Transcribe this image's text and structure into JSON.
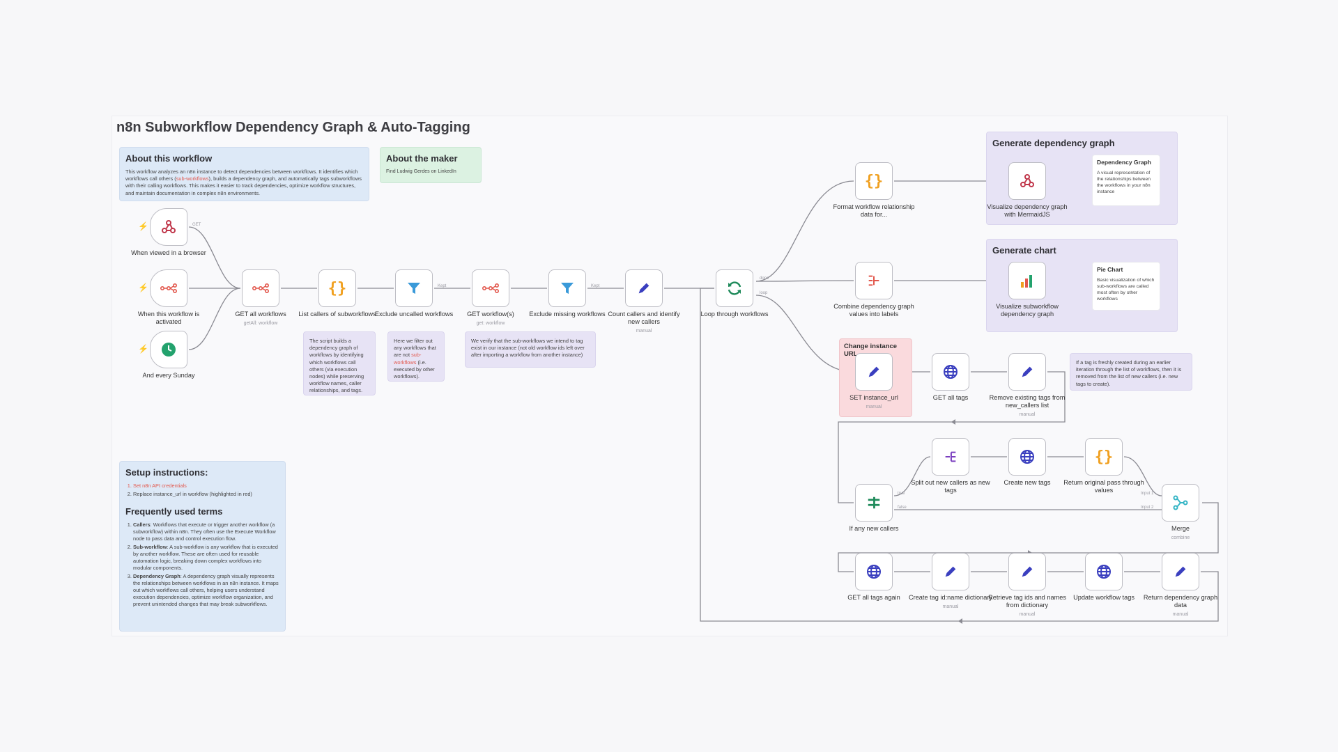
{
  "title": "n8n Subworkflow Dependency Graph & Auto-Tagging",
  "notes": {
    "about": {
      "heading": "About this workflow",
      "text_a": "This workflow analyzes an n8n instance to detect dependencies between workflows. It identifies which workflows call others (",
      "text_link": "sub-workflows",
      "text_b": "), builds a dependency graph, and automatically tags subworkflows with their calling workflows. This makes it easier to track dependencies, optimize workflow structures, and maintain documentation in complex n8n environments."
    },
    "maker": {
      "heading": "About the maker",
      "link": "Find Ludwig Gerdes on LinkedIn"
    },
    "list_callers": "The script builds a dependency graph of workflows by identifying which workflows call others (via execution nodes) while preserving workflow names, caller relationships, and tags.",
    "exclude": {
      "a": "Here we filter out any workflows that are not ",
      "link": "sub-workflows",
      "b": " (i.e. executed by other workflows)."
    },
    "verify": "We verify that the sub-workflows we intend to tag exist in our instance (not old workflow ids left over after importing a workflow from another instance)",
    "gen_graph": {
      "heading": "Generate dependency graph",
      "card_title": "Dependency Graph",
      "card_text": "A visual representation of the relationships between the workflows in your n8n instance"
    },
    "gen_chart": {
      "heading": "Generate chart",
      "card_title": "Pie Chart",
      "card_text": "Basic visualization of which sub-workflows are called most often by other workflows"
    },
    "change_url": {
      "heading": "Change instance URL"
    },
    "fresh_tag": "If a tag is freshly created during an earlier iteration through the list of workflows, then it is removed from the list of new callers (i.e. new tags to create).",
    "setup": {
      "heading": "Setup instructions:",
      "items": [
        "Set n8n API credentials",
        "Replace instance_url in workflow (highlighted in red)"
      ]
    },
    "terms": {
      "heading": "Frequently used terms",
      "items": [
        {
          "term": "Callers",
          "text": ": Workflows that execute or trigger another workflow (a subworkflow) within n8n. They often use the Execute Workflow node to pass data and control execution flow."
        },
        {
          "term": "Sub-workflow",
          "text": ": A sub-workflow is any workflow that is executed by another workflow. These are often used for reusable automation logic, breaking down complex workflows into modular components."
        },
        {
          "term": "Dependency Graph",
          "text": ": A dependency graph visually represents the relationships between workflows in an n8n instance. It maps out which workflows call others, helping users understand execution dependencies, optimize workflow organization, and prevent unintended changes that may break subworkflows."
        }
      ]
    }
  },
  "nodes": {
    "browser": {
      "label": "When viewed in a browser",
      "icon": "webhook-icon"
    },
    "activated": {
      "label": "When this workflow is activated",
      "icon": "n8n-icon"
    },
    "sunday": {
      "label": "And every Sunday",
      "icon": "clock-icon"
    },
    "get_all": {
      "label": "GET all workflows",
      "sub": "getAll: workflow",
      "icon": "n8n-icon"
    },
    "list_callers": {
      "label": "List callers of subworkflows",
      "icon": "code-icon"
    },
    "exclude_uncalled": {
      "label": "Exclude uncalled workflows",
      "icon": "filter-icon"
    },
    "get_workflows": {
      "label": "GET workflow(s)",
      "sub": "get: workflow",
      "icon": "n8n-icon"
    },
    "exclude_missing": {
      "label": "Exclude missing workflows",
      "icon": "filter-icon"
    },
    "count_callers": {
      "label": "Count callers and identify new callers",
      "sub": "manual",
      "icon": "pencil-icon"
    },
    "loop": {
      "label": "Loop through workflows",
      "icon": "loop-icon"
    },
    "format": {
      "label": "Format workflow relationship data for...",
      "icon": "code-icon"
    },
    "visualize_graph": {
      "label": "Visualize dependency graph with MermaidJS",
      "icon": "webhook-icon"
    },
    "combine": {
      "label": "Combine dependency graph values into labels",
      "icon": "aggregate-icon"
    },
    "visualize_chart": {
      "label": "Visualize subworkflow dependency graph",
      "icon": "chart-icon"
    },
    "set_url": {
      "label": "SET instance_url",
      "sub": "manual",
      "icon": "pencil-icon"
    },
    "get_tags": {
      "label": "GET all tags",
      "icon": "globe-icon"
    },
    "remove_tags": {
      "label": "Remove existing tags from new_callers list",
      "sub": "manual",
      "icon": "pencil-icon"
    },
    "split": {
      "label": "Split out new callers as new tags",
      "icon": "split-icon"
    },
    "create_tags": {
      "label": "Create new tags",
      "icon": "globe-icon"
    },
    "return_original": {
      "label": "Return original pass through values",
      "icon": "code-icon"
    },
    "if_new": {
      "label": "If any new callers",
      "icon": "if-icon"
    },
    "merge": {
      "label": "Merge",
      "sub": "combine",
      "icon": "merge-icon"
    },
    "get_tags_again": {
      "label": "GET all tags again",
      "icon": "globe-icon"
    },
    "create_dict": {
      "label": "Create tag id:name dictionary",
      "sub": "manual",
      "icon": "pencil-icon"
    },
    "retrieve_ids": {
      "label": "Retrieve tag ids and names from dictionary",
      "sub": "manual",
      "icon": "pencil-icon"
    },
    "update_tags": {
      "label": "Update workflow tags",
      "icon": "globe-icon"
    },
    "return_graph": {
      "label": "Return dependency graph data",
      "sub": "manual",
      "icon": "pencil-icon"
    }
  },
  "ports": {
    "get": "GET",
    "kept1": "Kept",
    "kept2": "Kept",
    "done": "done",
    "loop": "loop",
    "true": "true",
    "false": "false",
    "input1": "Input 1",
    "input2": "Input 2"
  },
  "colors": {
    "edge": "#8a8a92",
    "red_icon": "#e2574c",
    "blue_icon": "#3a3fbf",
    "green_icon": "#1e8a5a",
    "orange_icon": "#f0a020",
    "filter_icon": "#3a9ad9"
  }
}
